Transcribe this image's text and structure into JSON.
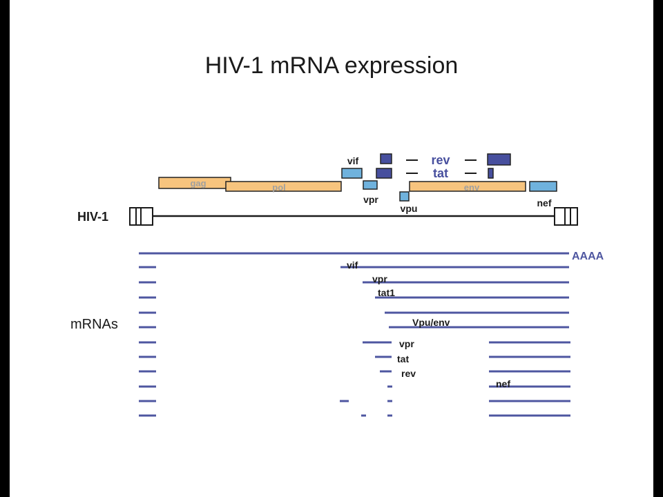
{
  "title": "HIV-1 mRNA expression",
  "colors": {
    "orange": "#f7c47e",
    "light_blue": "#6fb2dd",
    "dark_blue": "#474f9e",
    "line": "#4e56a0",
    "text": "#1a1a1a",
    "gene_text": "#a0a0a0"
  },
  "labels": {
    "genome": "HIV-1",
    "mrnas": "mRNAs",
    "polyA": "AAAA"
  },
  "genes": {
    "gag": "gag",
    "pol": "pol",
    "env": "env",
    "vif": "vif",
    "vpr": "vpr",
    "vpu": "vpu",
    "nef": "nef",
    "rev": "rev",
    "tat": "tat"
  },
  "mrna_labels": {
    "vif": "vif",
    "vpr": "vpr",
    "tat1": "tat1",
    "vpu_env": "Vpu/env",
    "vpr_spliced": "vpr",
    "tat_spliced": "tat",
    "rev_spliced": "rev",
    "nef_spliced": "nef"
  }
}
